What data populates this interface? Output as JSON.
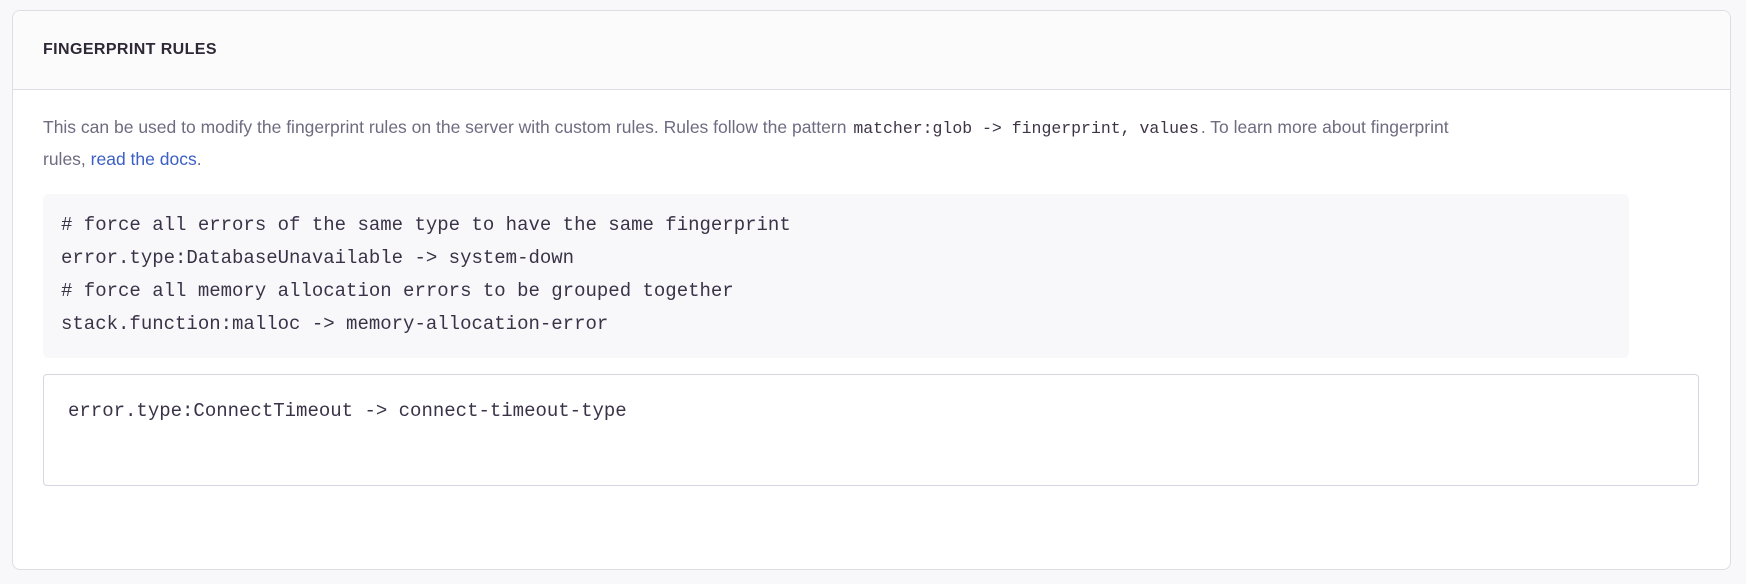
{
  "panel": {
    "title": "FINGERPRINT RULES",
    "description": {
      "part1": "This can be used to modify the fingerprint rules on the server with custom rules. Rules follow the pattern ",
      "code1": "matcher:glob -> fingerprint,",
      "code2": "values",
      "part2": ". To learn more about fingerprint rules, ",
      "link_label": "read the docs",
      "part3": "."
    },
    "code_sample": "# force all errors of the same type to have the same fingerprint\nerror.type:DatabaseUnavailable -> system-down\n# force all memory allocation errors to be grouped together\nstack.function:malloc -> memory-allocation-error",
    "editor": {
      "value": "error.type:ConnectTimeout -> connect-timeout-type",
      "placeholder": ""
    }
  },
  "colors": {
    "page_background": "#f8f8fa",
    "panel_background": "#ffffff",
    "panel_header_background": "#fbfbfc",
    "panel_border": "#dedce4",
    "title_text": "#2f2936",
    "body_text": "#6f6b81",
    "code_text": "#3a3348",
    "code_background": "#f8f8fa",
    "link": "#3b5fc5",
    "input_border": "#d7d5e2"
  }
}
